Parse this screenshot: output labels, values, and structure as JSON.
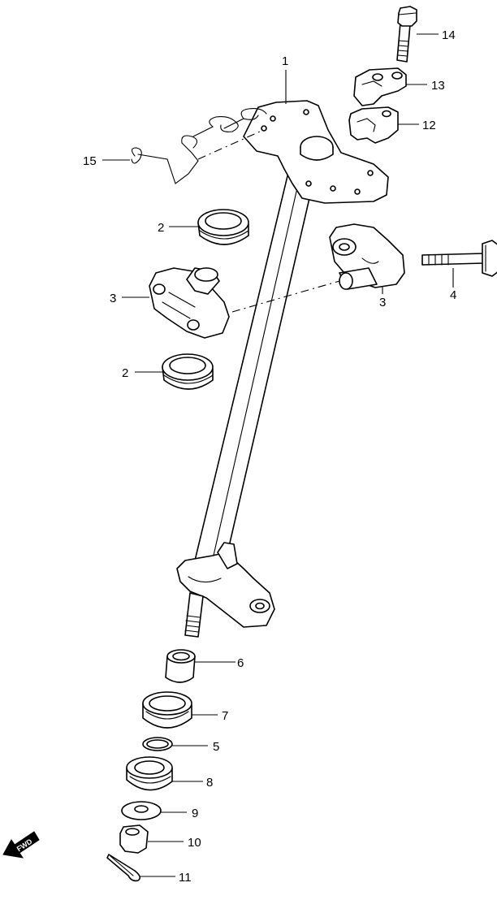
{
  "diagram": {
    "callouts": [
      {
        "id": "p1",
        "label": "1"
      },
      {
        "id": "p2a",
        "label": "2"
      },
      {
        "id": "p2b",
        "label": "2"
      },
      {
        "id": "p3a",
        "label": "3"
      },
      {
        "id": "p3b",
        "label": "3"
      },
      {
        "id": "p4",
        "label": "4"
      },
      {
        "id": "p5",
        "label": "5"
      },
      {
        "id": "p6",
        "label": "6"
      },
      {
        "id": "p7",
        "label": "7"
      },
      {
        "id": "p8",
        "label": "8"
      },
      {
        "id": "p9",
        "label": "9"
      },
      {
        "id": "p10",
        "label": "10"
      },
      {
        "id": "p11",
        "label": "11"
      },
      {
        "id": "p12",
        "label": "12"
      },
      {
        "id": "p13",
        "label": "13"
      },
      {
        "id": "p14",
        "label": "14"
      },
      {
        "id": "p15",
        "label": "15"
      }
    ],
    "fwd_label": "FWD"
  }
}
